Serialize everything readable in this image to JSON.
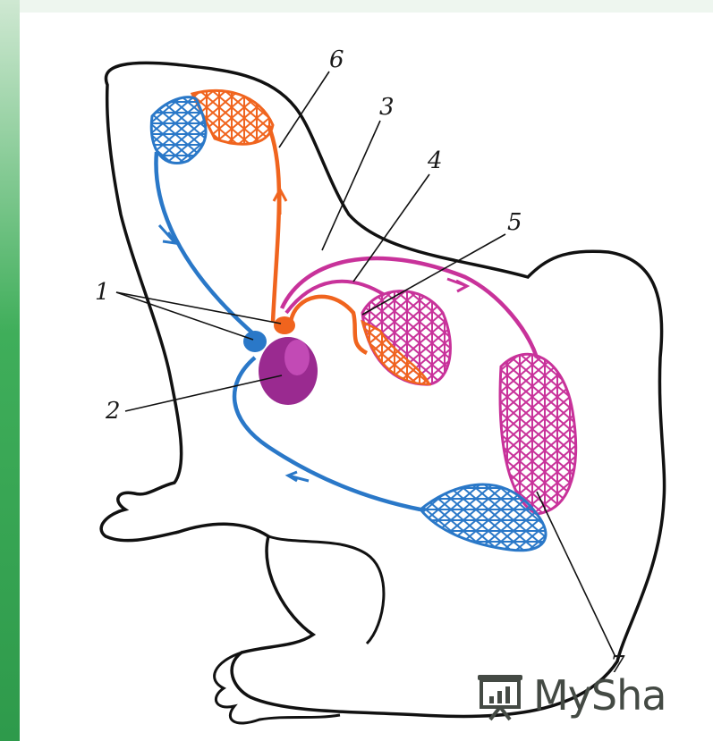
{
  "diagram": {
    "labels": [
      "1",
      "2",
      "3",
      "4",
      "5",
      "6",
      "7"
    ],
    "colors": {
      "arterial": "#f0641e",
      "venous": "#2a78c8",
      "mixed": "#c8329a",
      "heart": "#9a2a90",
      "outline": "#111111"
    }
  },
  "watermark": {
    "text": "MySha",
    "icon": "presentation-chart-icon"
  }
}
